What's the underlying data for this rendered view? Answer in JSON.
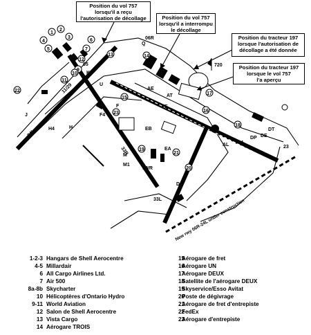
{
  "callouts": [
    {
      "id": "c1",
      "text": "Position du vol 757\nlorsqu'il a reçu\nl'autorisation de décollage"
    },
    {
      "id": "c2",
      "text": "Position du vol 757\nlorsqu'il a interrompu\nle décollage"
    },
    {
      "id": "c3",
      "text": "Position du tracteur 197\nlorsque l'autorisation de\ndécollage a été donnée"
    },
    {
      "id": "c4",
      "text": "Position du tracteur 197\nlorsque le vol 757\nl'a aperçu"
    }
  ],
  "map_labels": {
    "runway_1": "06R",
    "runway_2": "24L",
    "runway_3": "11/29",
    "runway_4": "33R",
    "runway_5": "33L",
    "runway_6": "05",
    "runway_7": "23",
    "taxiway_a": "Q",
    "taxiway_b": "AE",
    "taxiway_c": "AT",
    "taxiway_d": "720",
    "taxiway_e": "M",
    "taxiway_f": "M1",
    "taxiway_g": "H",
    "taxiway_h": "H4",
    "taxiway_i": "J",
    "taxiway_j": "K",
    "taxiway_k": "TWR",
    "taxiway_l": "EA",
    "taxiway_m": "EB",
    "taxiway_n": "AL",
    "taxiway_o": "AM",
    "taxiway_p": "DP",
    "taxiway_q": "DT",
    "taxiway_r": "DE",
    "taxiway_s": "D",
    "taxiway_t": "F",
    "taxiway_u": "F4",
    "taxiway_v": "U",
    "taxiway_w": "E",
    "note": "New rwy 06R-24L under construction"
  },
  "legend": {
    "left": [
      {
        "key": "1-2-3",
        "value": "Hangars de Shell Aerocentre"
      },
      {
        "key": "4-5",
        "value": "Millardair"
      },
      {
        "key": "6",
        "value": "All Cargo Airlines Ltd."
      },
      {
        "key": "7",
        "value": "Air 500"
      },
      {
        "key": "8a-8b",
        "value": "Skycharter"
      },
      {
        "key": "10",
        "value": "Hélicoptères d'Ontario Hydro"
      },
      {
        "key": "9-11",
        "value": "World Aviation"
      },
      {
        "key": "12",
        "value": "Salon de Shell Aerocentre"
      },
      {
        "key": "13",
        "value": "Vista Cargo"
      },
      {
        "key": "14",
        "value": "Aérogare TROIS"
      }
    ],
    "right": [
      {
        "key": "15",
        "value": "Aérogare de fret"
      },
      {
        "key": "16",
        "value": "Aérogare UN"
      },
      {
        "key": "17",
        "value": "Aérogare DEUX"
      },
      {
        "key": "18",
        "value": "Satellite de l'aérogare DEUX"
      },
      {
        "key": "19",
        "value": "Skyservice/Esso Avitat"
      },
      {
        "key": "20",
        "value": "Poste de dégivrage"
      },
      {
        "key": "21",
        "value": "Aérogare de fret d'entrepiste"
      },
      {
        "key": "22",
        "value": "FedEx"
      },
      {
        "key": "23",
        "value": "Aérogare d'entrepiste"
      }
    ]
  }
}
